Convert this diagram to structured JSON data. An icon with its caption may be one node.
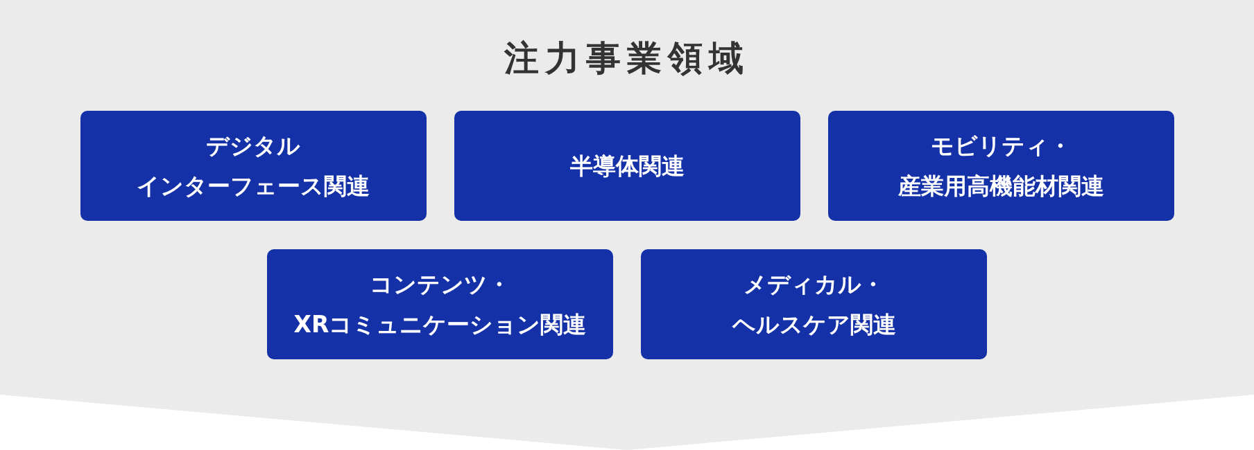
{
  "diagram": {
    "nodes": [
      {
        "text": [
          "注力事業領域"
        ]
      },
      {
        "text": [
          "デジタルインターフェース関連"
        ],
        "in": 0
      },
      {
        "text": [
          "半導体関連"
        ],
        "in": 0
      },
      {
        "text": [
          "モビリティ・産業用高機能材関連"
        ],
        "in": 0
      },
      {
        "text": [
          "コンテンツ・XRコミュニケーション関連"
        ],
        "in": 0
      },
      {
        "text": [
          "メディカル・ヘルスケア関連"
        ],
        "in": 0
      }
    ],
    "edges": []
  }
}
